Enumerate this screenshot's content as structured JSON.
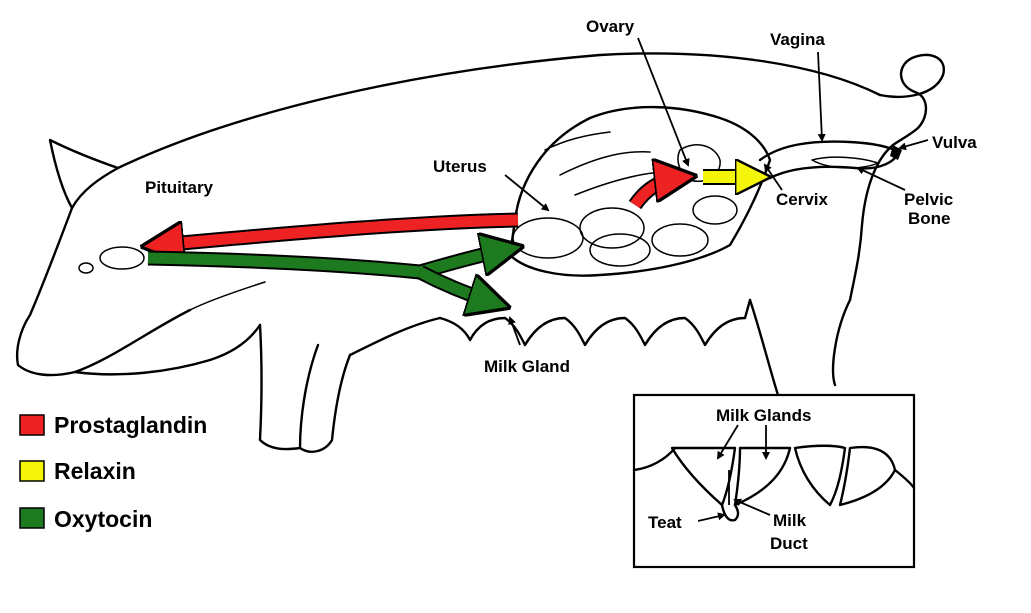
{
  "labels": {
    "ovary": "Ovary",
    "vagina": "Vagina",
    "vulva": "Vulva",
    "uterus": "Uterus",
    "pituitary": "Pituitary",
    "cervix": "Cervix",
    "pelvic_bone_line1": "Pelvic",
    "pelvic_bone_line2": "Bone",
    "milk_gland": "Milk Gland"
  },
  "inset": {
    "milk_glands": "Milk Glands",
    "teat": "Teat",
    "milk_duct_line1": "Milk",
    "milk_duct_line2": "Duct"
  },
  "legend": [
    {
      "label": "Prostaglandin",
      "color": "#ee2222"
    },
    {
      "label": "Relaxin",
      "color": "#f5f50a"
    },
    {
      "label": "Oxytocin",
      "color": "#1e7a1e"
    }
  ],
  "colors": {
    "prostaglandin": "#ee2222",
    "relaxin": "#f5f50a",
    "oxytocin": "#1e7a1e",
    "outline": "#000000"
  }
}
